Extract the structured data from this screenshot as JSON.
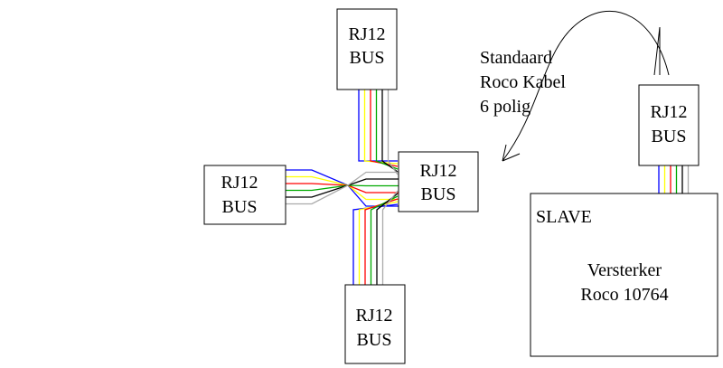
{
  "boxes": {
    "top": {
      "line1": "RJ12",
      "line2": "BUS"
    },
    "left": {
      "line1": "RJ12",
      "line2": "BUS"
    },
    "center": {
      "line1": "RJ12",
      "line2": "BUS"
    },
    "bottom": {
      "line1": "RJ12",
      "line2": "BUS"
    },
    "slave_connector": {
      "line1": "RJ12",
      "line2": "BUS"
    }
  },
  "annotation": {
    "line1": "Standaard",
    "line2": "Roco Kabel",
    "line3": "6 polig"
  },
  "slave": {
    "title": "SLAVE",
    "line1": "Versterker",
    "line2": "Roco 10764"
  },
  "wire_colors": [
    "#0000ff",
    "#ffff00",
    "#ff0000",
    "#00aa00",
    "#000000",
    "#aaaaaa"
  ]
}
